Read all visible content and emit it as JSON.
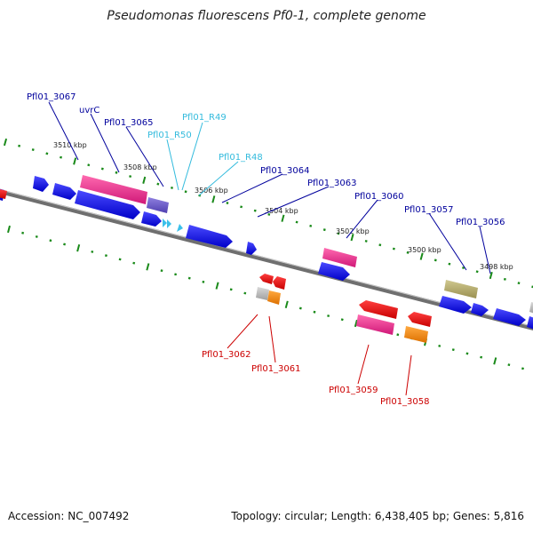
{
  "title": "Pseudomonas fluorescens Pf0-1, complete genome",
  "footer": {
    "accession": "Accession: NC_007492",
    "summary": "Topology: circular; Length: 6,438,405 bp; Genes: 5,816"
  },
  "colors": {
    "forward_gene": "#0000ee",
    "reverse_gene": "#ee0000",
    "rna": "#55c8e8",
    "pink_feature": "#ee2f8e",
    "orange_feature": "#f08a10",
    "khaki_feature": "#b7ad6a",
    "gray_feature": "#b8b8b8",
    "purple_feature": "#6a5acd",
    "backbone": "#777777",
    "tick": "#1a8a1a",
    "label_forward": "#00009c",
    "label_rna": "#33bbdd",
    "label_reverse": "#cc0000"
  },
  "ticks": [
    "3510 kbp",
    "3508 kbp",
    "3506 kbp",
    "3504 kbp",
    "3502 kbp",
    "3500 kbp",
    "3498 kbp"
  ],
  "labels": {
    "upper": [
      "Pfl01_3067",
      "uvrC",
      "Pfl01_3065",
      "Pfl01_R50",
      "Pfl01_R49",
      "Pfl01_R48",
      "Pfl01_3064",
      "Pfl01_3063",
      "Pfl01_3060",
      "Pfl01_3057",
      "Pfl01_3056"
    ],
    "lower": [
      "Pfl01_3062",
      "Pfl01_3061",
      "Pfl01_3059",
      "Pfl01_3058"
    ]
  }
}
